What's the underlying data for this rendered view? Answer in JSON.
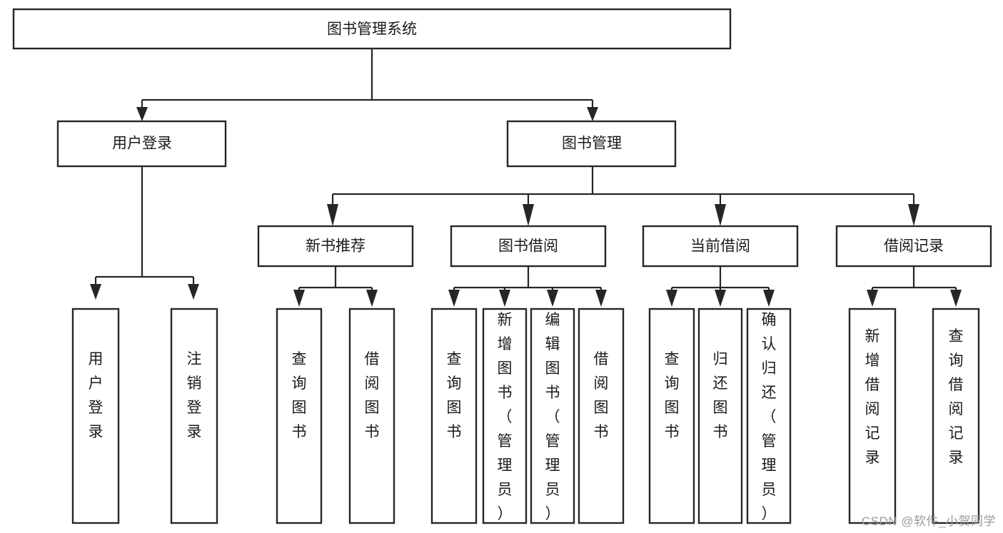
{
  "diagram": {
    "type": "tree-hierarchy-diagram",
    "title": "图书管理系统",
    "watermark": "CSDN @软件_小贺同学",
    "colors": {
      "box_stroke": "#262626",
      "box_fill": "#ffffff",
      "connector": "#262626",
      "text": "#1a1a1a",
      "watermark": "#9a9a9a",
      "background": "#ffffff"
    },
    "levels": {
      "root": {
        "label": "图书管理系统"
      },
      "level2": [
        {
          "id": "user-login",
          "label": "用户登录"
        },
        {
          "id": "book-management",
          "label": "图书管理"
        }
      ],
      "level3": [
        {
          "id": "new-book-recommend",
          "label": "新书推荐",
          "parent": "book-management"
        },
        {
          "id": "book-borrow",
          "label": "图书借阅",
          "parent": "book-management"
        },
        {
          "id": "current-borrow",
          "label": "当前借阅",
          "parent": "book-management"
        },
        {
          "id": "borrow-record",
          "label": "借阅记录",
          "parent": "book-management"
        }
      ],
      "leaves": [
        {
          "id": "leaf-user-login",
          "label": "用户登录",
          "parent": "user-login"
        },
        {
          "id": "leaf-logout",
          "label": "注销登录",
          "parent": "user-login"
        },
        {
          "id": "leaf-query-book-1",
          "label": "查询图书",
          "parent": "new-book-recommend"
        },
        {
          "id": "leaf-borrow-book-1",
          "label": "借阅图书",
          "parent": "new-book-recommend"
        },
        {
          "id": "leaf-query-book-2",
          "label": "查询图书",
          "parent": "book-borrow"
        },
        {
          "id": "leaf-add-book",
          "label": "新增图书（管理员）",
          "parent": "book-borrow"
        },
        {
          "id": "leaf-edit-book",
          "label": "编辑图书（管理员）",
          "parent": "book-borrow"
        },
        {
          "id": "leaf-borrow-book-2",
          "label": "借阅图书",
          "parent": "book-borrow"
        },
        {
          "id": "leaf-query-book-3",
          "label": "查询图书",
          "parent": "current-borrow"
        },
        {
          "id": "leaf-return-book",
          "label": "归还图书",
          "parent": "current-borrow"
        },
        {
          "id": "leaf-confirm-return",
          "label": "确认归还（管理员）",
          "parent": "current-borrow"
        },
        {
          "id": "leaf-add-record",
          "label": "新增借阅记录",
          "parent": "borrow-record"
        },
        {
          "id": "leaf-query-record",
          "label": "查询借阅记录",
          "parent": "borrow-record"
        }
      ]
    }
  }
}
